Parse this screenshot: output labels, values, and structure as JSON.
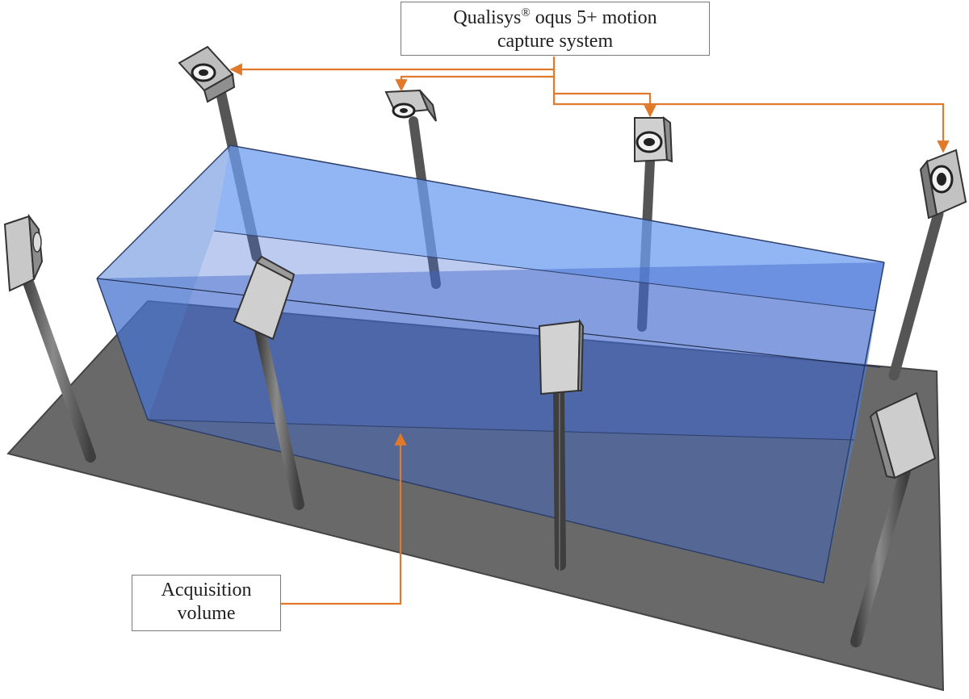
{
  "labels": {
    "system": {
      "name": "Qualisys",
      "mark": "®",
      "rest": " oqus 5+ motion",
      "line2": "capture system"
    },
    "volume": {
      "line1": "Acquisition",
      "line2": "volume"
    }
  },
  "colors": {
    "floor": "#696969",
    "volume_fill": "#4f7fdc",
    "volume_edge": "#2c3f6a",
    "arrow": "#e07a2a",
    "pole": "#5c5c5c",
    "camera_body": "#c8c8c8"
  },
  "cameras": [
    {
      "id": "cam-back-left",
      "has_lens": true
    },
    {
      "id": "cam-back-center-left",
      "has_lens": true
    },
    {
      "id": "cam-back-center-right",
      "has_lens": true
    },
    {
      "id": "cam-back-right",
      "has_lens": true
    },
    {
      "id": "cam-front-far-left",
      "has_lens": false
    },
    {
      "id": "cam-front-left",
      "has_lens": false
    },
    {
      "id": "cam-front-center",
      "has_lens": false
    },
    {
      "id": "cam-front-right",
      "has_lens": false
    }
  ]
}
